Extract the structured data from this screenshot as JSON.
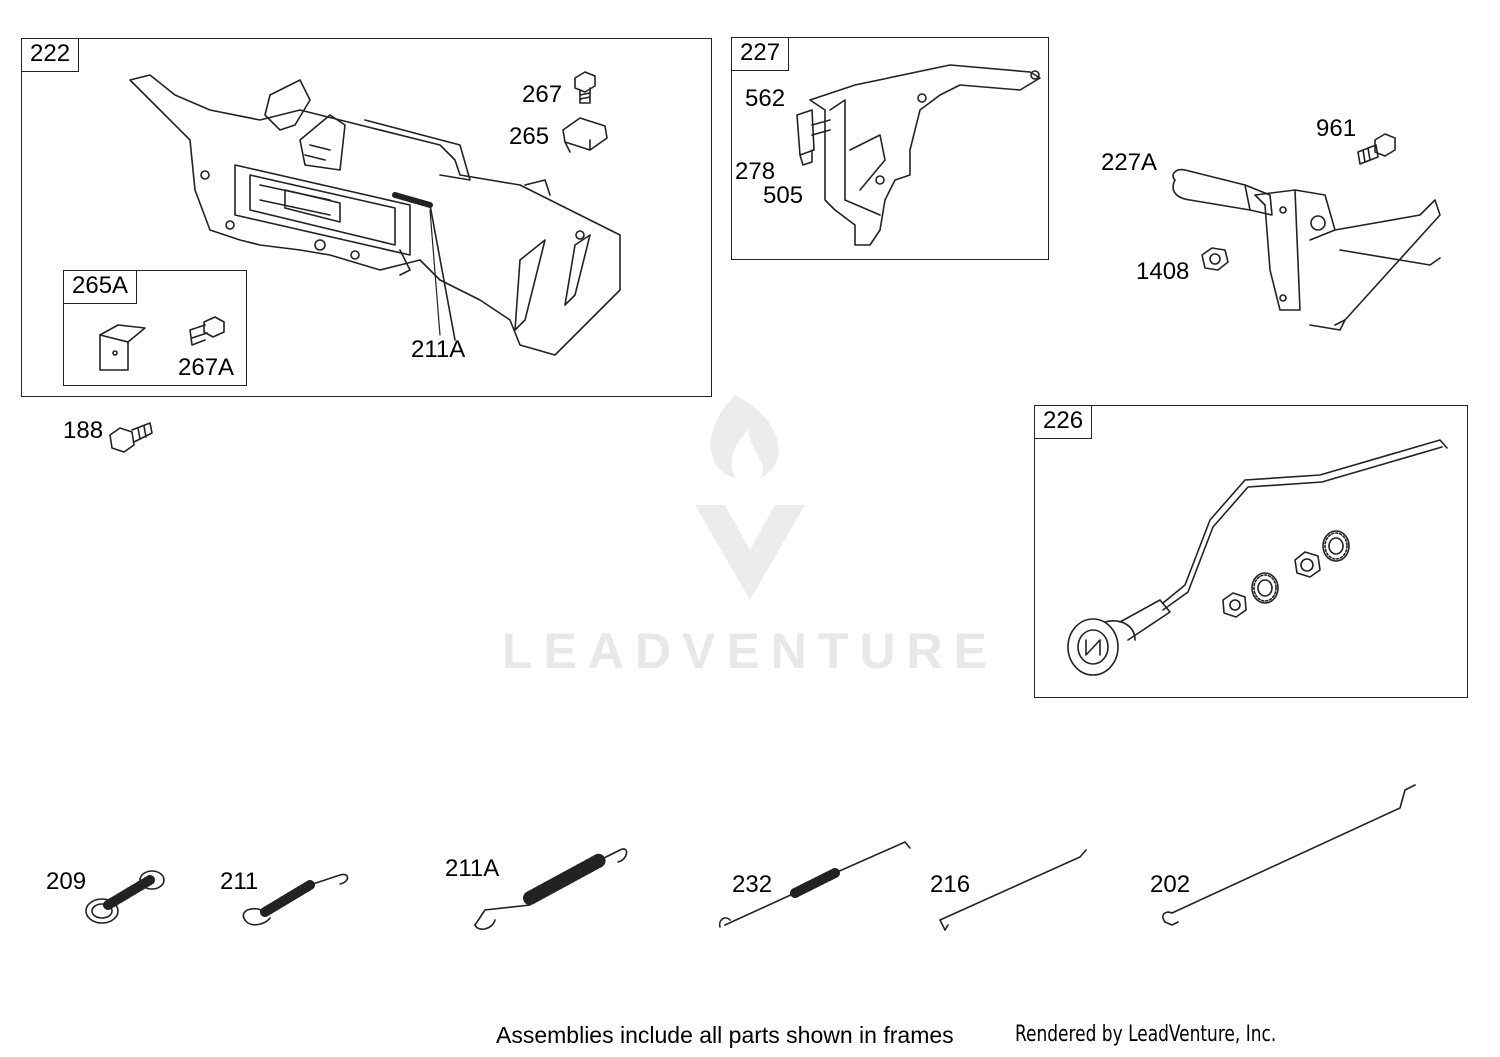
{
  "watermark": {
    "brand": "LEADVENTURE",
    "color": "#e6e6e6"
  },
  "frames": {
    "f222": {
      "tag": "222"
    },
    "f265a": {
      "tag": "265A"
    },
    "f227": {
      "tag": "227"
    },
    "f226": {
      "tag": "226"
    }
  },
  "labels": {
    "l267": "267",
    "l265": "265",
    "l267a": "267A",
    "l211a_top": "211A",
    "l562": "562",
    "l278": "278",
    "l505": "505",
    "l961": "961",
    "l227a": "227A",
    "l1408": "1408",
    "l188": "188",
    "l209": "209",
    "l211": "211",
    "l211a_bottom": "211A",
    "l232": "232",
    "l216": "216",
    "l202": "202"
  },
  "captions": {
    "assemblies_note": "Assemblies include all parts shown in frames",
    "rendered_by": "Rendered by LeadVenture, Inc."
  },
  "colors": {
    "line": "#222222",
    "frame": "#222222"
  }
}
